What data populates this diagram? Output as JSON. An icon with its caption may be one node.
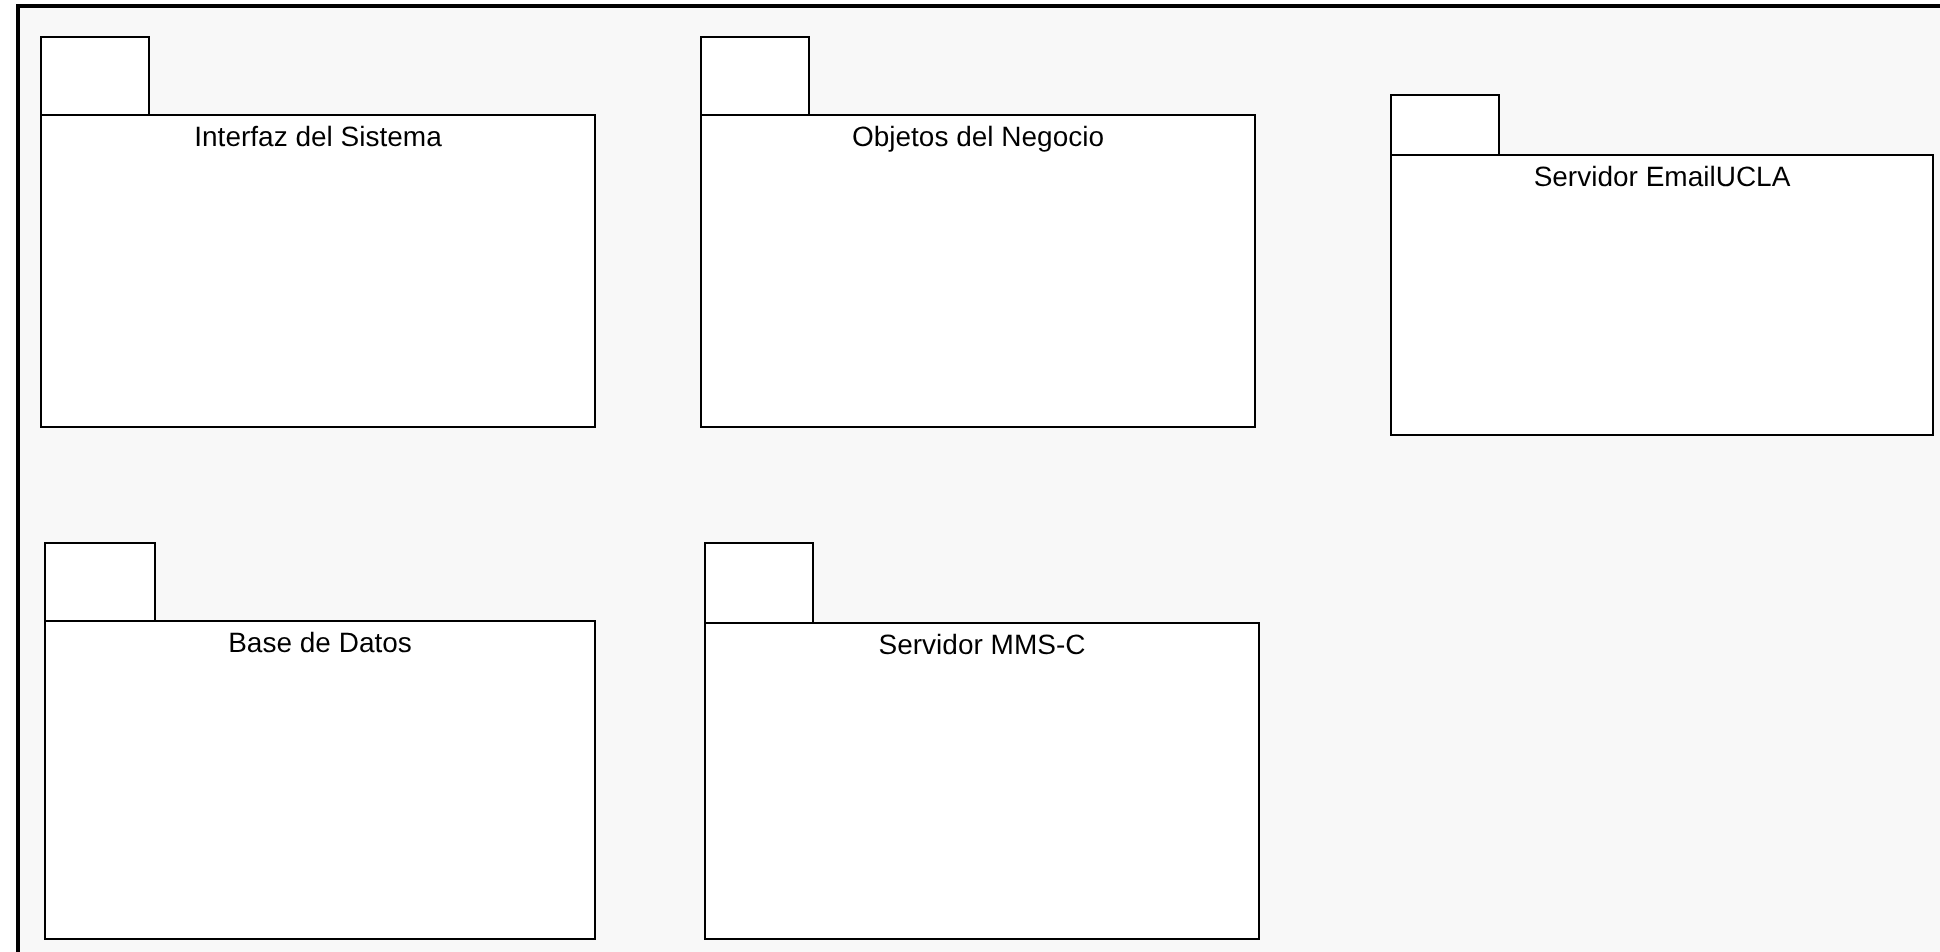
{
  "diagram": {
    "nodes": [
      {
        "text": [
          "Interfaz del Sistema"
        ]
      },
      {
        "text": [
          "Objetos del Negocio"
        ]
      },
      {
        "text": [
          "Servidor EmailUCLA"
        ]
      },
      {
        "text": [
          "Base de Datos"
        ]
      },
      {
        "text": [
          "Servidor MMS-C"
        ]
      }
    ]
  }
}
